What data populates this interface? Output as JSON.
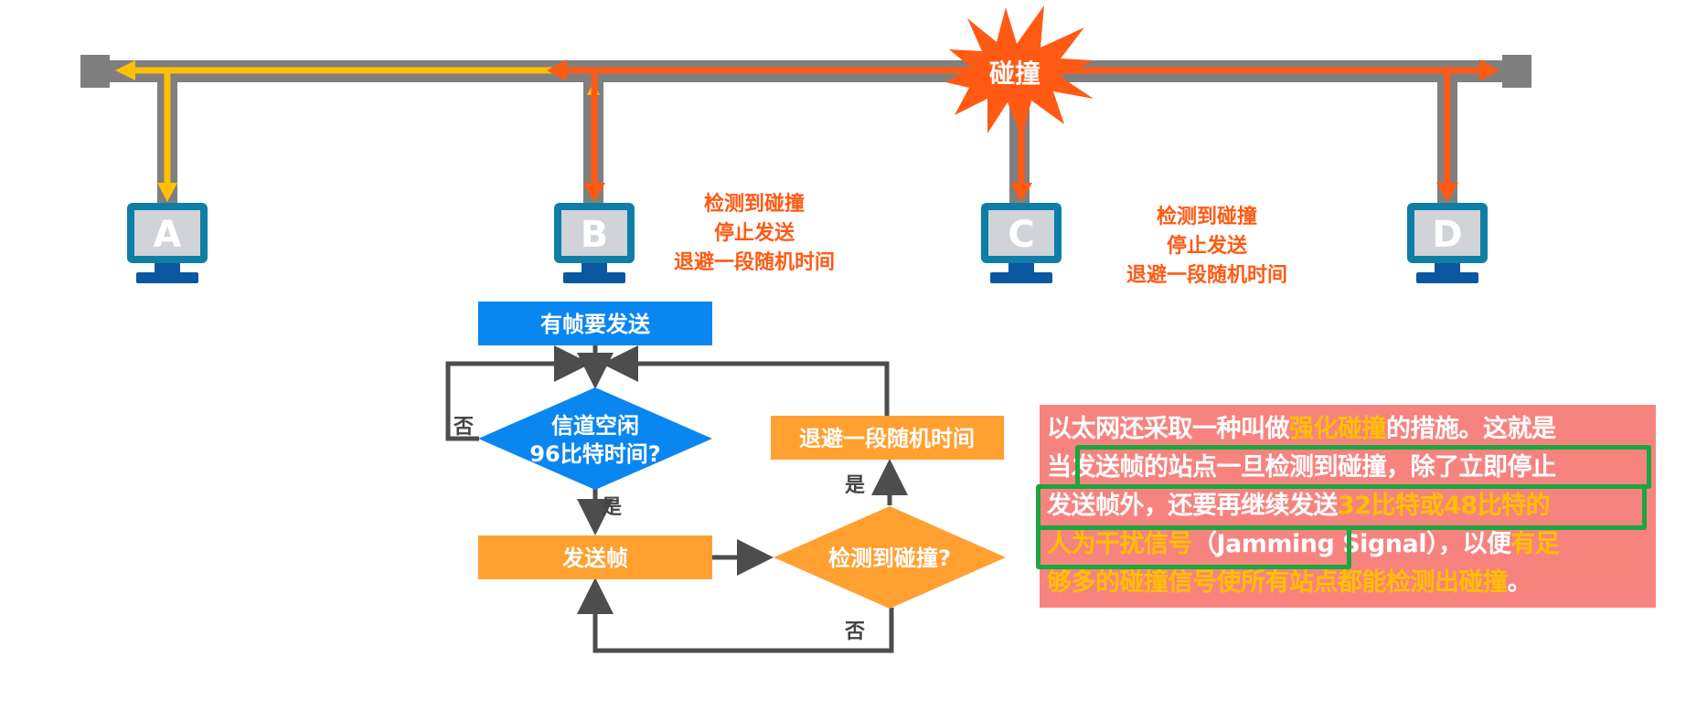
{
  "diagram": {
    "colors": {
      "bus": "#7f7f7f",
      "yellow_signal": "#ffc000",
      "orange_signal": "#ff5a14",
      "monitor_frame": "#0f7ea5",
      "monitor_screen": "#d0d3d8",
      "monitor_stand": "#0b57a0",
      "flow_blue": "#0a86f0",
      "flow_orange": "#ffa031",
      "flow_arrow": "#4d4d4d",
      "info_bg": "#f7837e",
      "info_highlight": "#ffc000",
      "info_frame": "#1aa640"
    },
    "collision_label": "碰撞",
    "stations": [
      {
        "id": "A",
        "label": "A"
      },
      {
        "id": "B",
        "label": "B"
      },
      {
        "id": "C",
        "label": "C"
      },
      {
        "id": "D",
        "label": "D"
      }
    ],
    "notes": {
      "B": [
        "检测到碰撞",
        "停止发送",
        "退避一段随机时间"
      ],
      "C": [
        "检测到碰撞",
        "停止发送",
        "退避一段随机时间"
      ]
    }
  },
  "flowchart": {
    "start": "有帧要发送",
    "check_idle_line1": "信道空闲",
    "check_idle_line2": "96比特时间?",
    "send": "发送帧",
    "detect": "检测到碰撞?",
    "backoff": "退避一段随机时间",
    "yes": "是",
    "no": "否"
  },
  "info_box": {
    "lines": [
      [
        {
          "t": "以太网还采取一种叫做",
          "h": false
        },
        {
          "t": "强化碰撞",
          "h": true
        },
        {
          "t": "的措施。这就是",
          "h": false
        }
      ],
      [
        {
          "t": "当",
          "h": false
        },
        {
          "t": "发送帧的站点一旦检测到碰撞，除了立即停止",
          "h": false
        }
      ],
      [
        {
          "t": "发送帧外，还要再继续发送",
          "h": false
        },
        {
          "t": "32比特或48比特的",
          "h": true
        }
      ],
      [
        {
          "t": "人为干扰信号",
          "h": true
        },
        {
          "t": "（Jamming Signal），以便",
          "h": false
        },
        {
          "t": "有足",
          "h": true
        }
      ],
      [
        {
          "t": "够多的碰撞信号使所有站点都能检测出碰撞",
          "h": true
        },
        {
          "t": "。",
          "h": false
        }
      ]
    ]
  }
}
